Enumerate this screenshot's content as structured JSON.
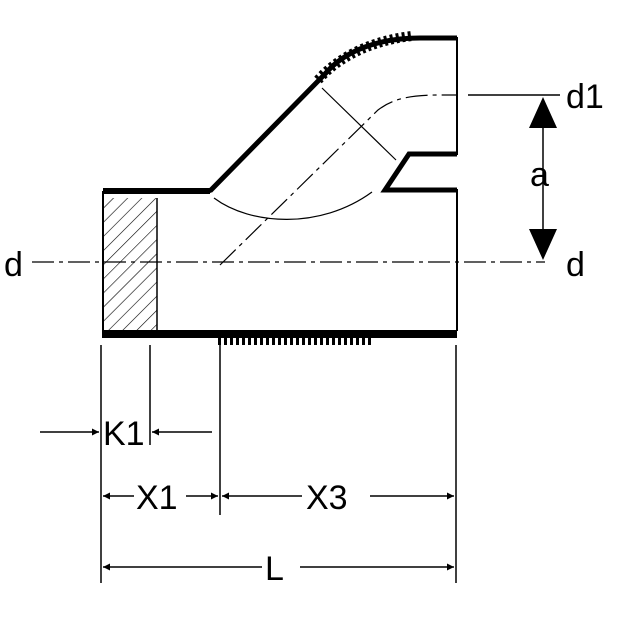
{
  "diagram": {
    "labels": {
      "d_left": "d",
      "d_right": "d",
      "d1": "d1",
      "a": "a",
      "k1": "K1",
      "x1": "X1",
      "x3": "X3",
      "l": "L"
    },
    "colors": {
      "line": "#000000",
      "background": "#ffffff"
    }
  }
}
